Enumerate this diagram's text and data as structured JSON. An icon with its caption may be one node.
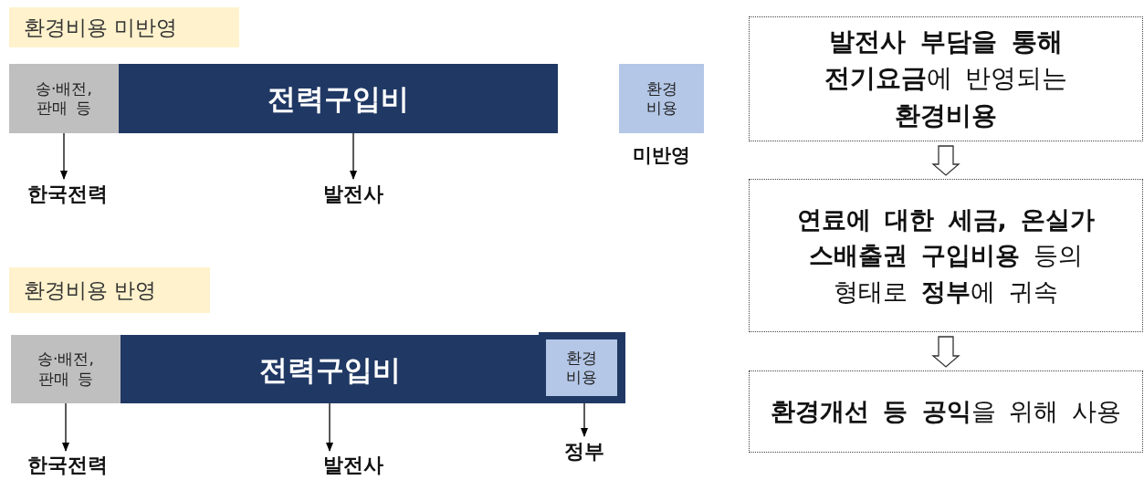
{
  "diagram": {
    "nodes": [
      {
        "text": [
          "환경비용 미반영"
        ]
      },
      {
        "text": [
          "송·배전, 판매 등"
        ]
      },
      {
        "text": [
          "전력구입비"
        ]
      },
      {
        "text": [
          "환경비용"
        ],
        "beside": [
          "미반영"
        ]
      },
      {
        "text": [
          "한국전력"
        ]
      },
      {
        "text": [
          "발전사"
        ]
      },
      {
        "text": [
          "환경비용 반영"
        ]
      },
      {
        "text": [
          "송·배전, 판매 등"
        ]
      },
      {
        "text": [
          "전력구입비"
        ]
      },
      {
        "text": [
          "환경비용"
        ],
        "in": 8
      },
      {
        "text": [
          "한국전력"
        ]
      },
      {
        "text": [
          "발전사"
        ]
      },
      {
        "text": [
          "정부"
        ]
      },
      {
        "text": [
          "**발전사 부담을 통해 전기요금**에 반영되는 **환경비용**"
        ]
      },
      {
        "text": [
          "**연료에 대한 세금, 온실가스배출권 구입비용** 등의 형태로 **정부**에 귀속"
        ]
      },
      {
        "text": [
          "**환경개선 등 공익**을 위해 사용"
        ]
      }
    ],
    "edges": [
      {
        "from": 1,
        "to": 4,
        "arrow": "to"
      },
      {
        "from": 2,
        "to": 5,
        "arrow": "to"
      },
      {
        "from": 7,
        "to": 10,
        "arrow": "to"
      },
      {
        "from": 8,
        "to": 11,
        "arrow": "to"
      },
      {
        "from": 9,
        "to": 12,
        "arrow": "to"
      },
      {
        "from": 13,
        "to": 14,
        "arrow": "to"
      },
      {
        "from": 14,
        "to": 15,
        "arrow": "to"
      }
    ]
  }
}
